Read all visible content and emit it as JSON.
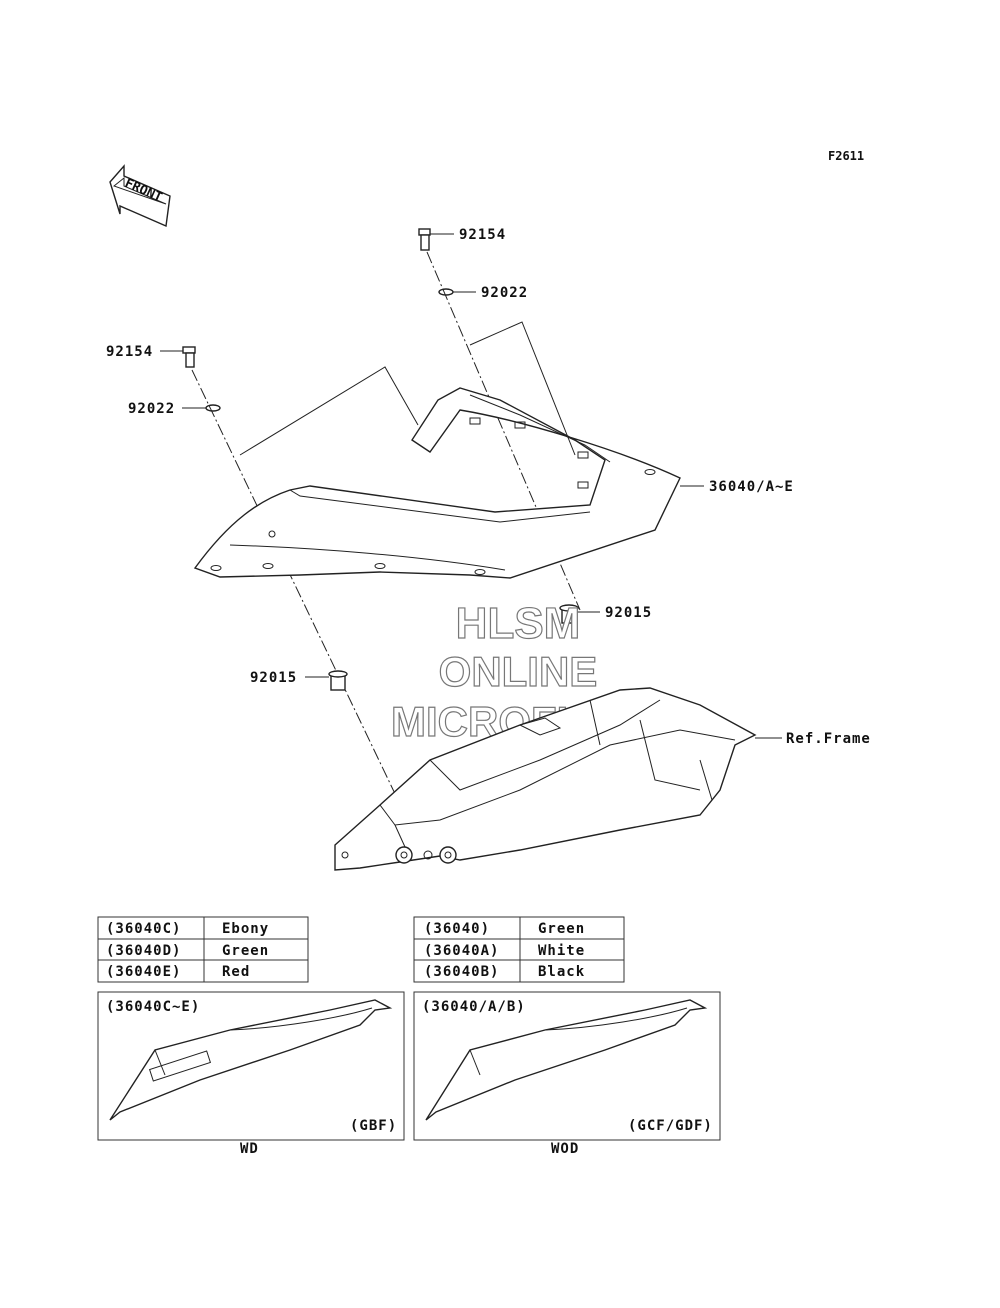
{
  "figure_id": "F2611",
  "front_label": "FRONT",
  "callouts": {
    "bolt_top": "92154",
    "washer_top": "92022",
    "bolt_left": "92154",
    "washer_left": "92022",
    "cover": "36040/A~E",
    "damper_right": "92015",
    "damper_left": "92015",
    "frame": "Ref.Frame"
  },
  "watermark": [
    "HLSM",
    "ONLINE",
    "MICROFICHE"
  ],
  "table_left": [
    {
      "code": "(36040C)",
      "color": "Ebony"
    },
    {
      "code": "(36040D)",
      "color": "Green"
    },
    {
      "code": "(36040E)",
      "color": "Red"
    }
  ],
  "table_right": [
    {
      "code": "(36040)",
      "color": "Green"
    },
    {
      "code": "(36040A)",
      "color": "White"
    },
    {
      "code": "(36040B)",
      "color": "Black"
    }
  ],
  "variant_left": {
    "range": "(36040C~E)",
    "code": "(GBF)",
    "caption": "WD"
  },
  "variant_right": {
    "range": "(36040/A/B)",
    "code": "(GCF/GDF)",
    "caption": "WOD"
  }
}
